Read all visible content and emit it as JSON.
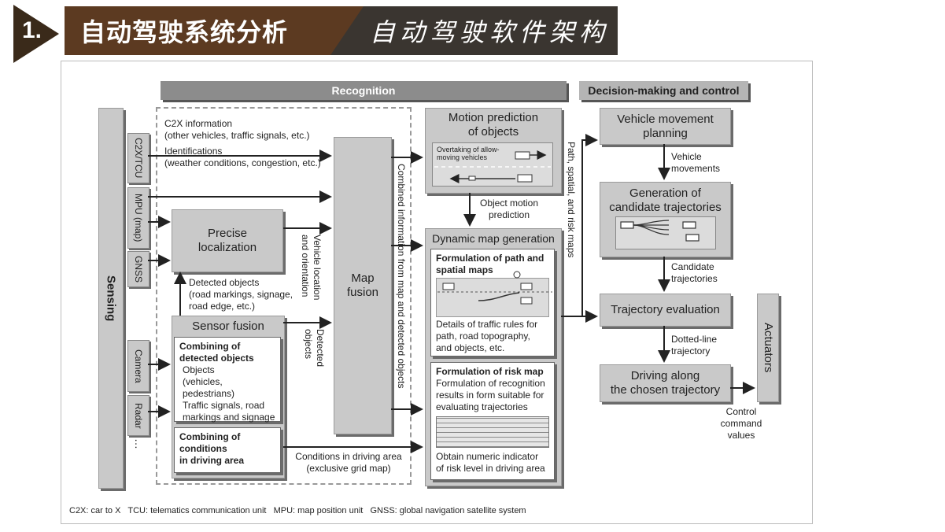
{
  "header": {
    "number": "1.",
    "title": "自动驾驶系统分析",
    "subtitle": "自动驾驶软件架构"
  },
  "colors": {
    "header_brown": "#5c3a21",
    "box_gray": "#c9c9c9",
    "band_gray": "#8c8c8c"
  },
  "bands": {
    "recognition": "Recognition",
    "decision": "Decision-making and control"
  },
  "sensing": {
    "title": "Sensing",
    "inputs": [
      "C2X/TCU",
      "MPU (map)",
      "GNSS",
      "Camera",
      "Radar",
      "…"
    ]
  },
  "c2x_text": {
    "line1": "C2X information",
    "line2": "(other vehicles, traffic signals, etc.)",
    "line3": "Identifications",
    "line4": "(weather conditions, congestion, etc.)"
  },
  "precise_localization": "Precise localization",
  "vehicle_location": "Vehicle location and orientation",
  "detected_objects_note": {
    "line1": "Detected objects",
    "line2": "(road markings, signage,",
    "line3": "road edge, etc.)"
  },
  "sensor_fusion": {
    "title": "Sensor fusion",
    "box1_title1": "Combining of",
    "box1_title2": "detected objects",
    "box1_lines": [
      "Objects",
      "(vehicles, pedestrians)",
      "Traffic signals, road",
      "markings and signage"
    ],
    "box2_lines": [
      "Combining of",
      "conditions",
      "in driving area"
    ]
  },
  "detected_objects_label": "Detected objects",
  "conditions_label": {
    "line1": "Conditions in driving area",
    "line2": "(exclusive grid map)"
  },
  "map_fusion": "Map fusion",
  "combined_info": "Combined information from map and detected objects",
  "motion_prediction": {
    "title1": "Motion prediction",
    "title2": "of objects",
    "img_caption1": "Overtaking of allow-",
    "img_caption2": "moving vehicles"
  },
  "object_motion_prediction": {
    "line1": "Object motion",
    "line2": "prediction"
  },
  "dynamic_map": {
    "title": "Dynamic map generation",
    "box1_title1": "Formulation of path and",
    "box1_title2": "spatial maps",
    "box1_lines": [
      "Details of traffic rules for",
      "path, road topography,",
      "and objects, etc."
    ],
    "box2_title": "Formulation of risk map",
    "box2_lines": [
      "Formulation of recognition",
      "results in form suitable for",
      "evaluating trajectories"
    ],
    "box2_bottom": [
      "Obtain numeric indicator",
      "of risk level in driving area"
    ]
  },
  "path_maps_label": "Path, spatial, and risk maps",
  "decision": {
    "vehicle_planning": {
      "line1": "Vehicle movement",
      "line2": "planning"
    },
    "vehicle_movements": {
      "line1": "Vehicle",
      "line2": "movements"
    },
    "generation": {
      "line1": "Generation of",
      "line2": "candidate trajectories"
    },
    "candidate": {
      "line1": "Candidate",
      "line2": "trajectories"
    },
    "evaluation": "Trajectory evaluation",
    "dotted": {
      "line1": "Dotted-line",
      "line2": "trajectory"
    },
    "driving": {
      "line1": "Driving along",
      "line2": "the chosen trajectory"
    },
    "control": {
      "line1": "Control",
      "line2": "command",
      "line3": "values"
    },
    "actuators": "Actuators"
  },
  "footnote": "C2X: car to X   TCU: telematics communication unit   MPU: map position unit   GNSS: global navigation satellite system"
}
